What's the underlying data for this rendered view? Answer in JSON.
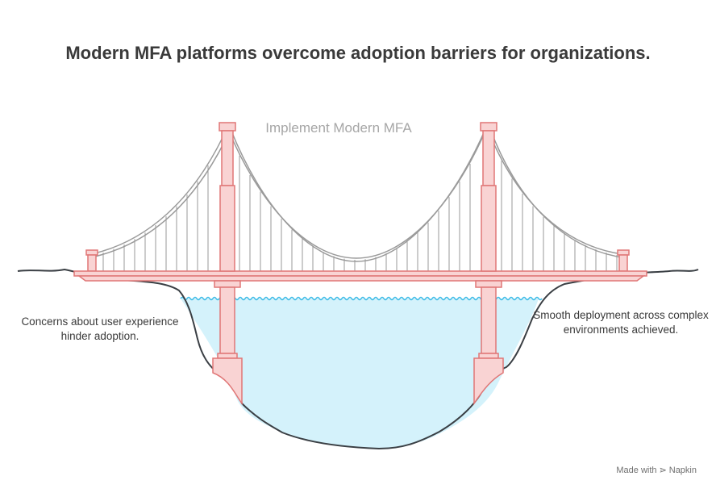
{
  "title": "Modern MFA platforms overcome adoption barriers for organizations.",
  "bridge_label": "Implement Modern MFA",
  "left_label": "Concerns about user experience hinder adoption.",
  "right_label": "Smooth deployment across complex environments achieved.",
  "credit": {
    "prefix": "Made with",
    "brand": "Napkin"
  },
  "colors": {
    "tower_fill": "#f9d3d3",
    "tower_stroke": "#e07676",
    "cable": "#9a9a9a",
    "water": "#d4f2fb",
    "water_line": "#3dbbe6",
    "ground": "#3a3f44",
    "title": "#3a3a3a",
    "label_muted": "#a6a6a6"
  },
  "icons": {
    "brand_logo": "napkin-logo-icon"
  }
}
